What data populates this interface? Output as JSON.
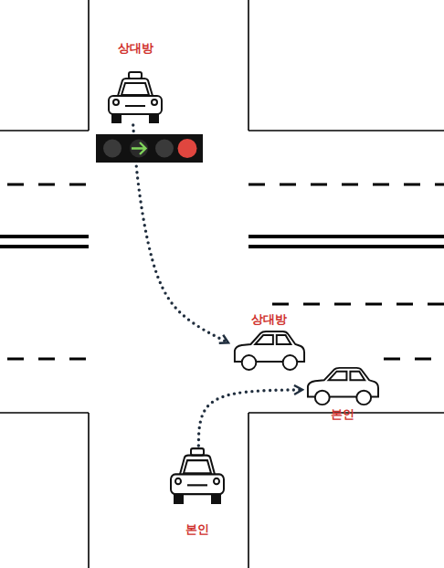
{
  "diagram": {
    "nodes": [
      {
        "text": [
          "상대방"
        ]
      },
      {
        "text": [
          "상대방"
        ]
      },
      {
        "text": [
          "본인"
        ]
      },
      {
        "text": [
          "본인"
        ]
      }
    ],
    "edges": [
      {
        "from": 0,
        "to": 1,
        "arrow": "to"
      },
      {
        "from": 3,
        "to": 2,
        "arrow": "to"
      }
    ]
  }
}
